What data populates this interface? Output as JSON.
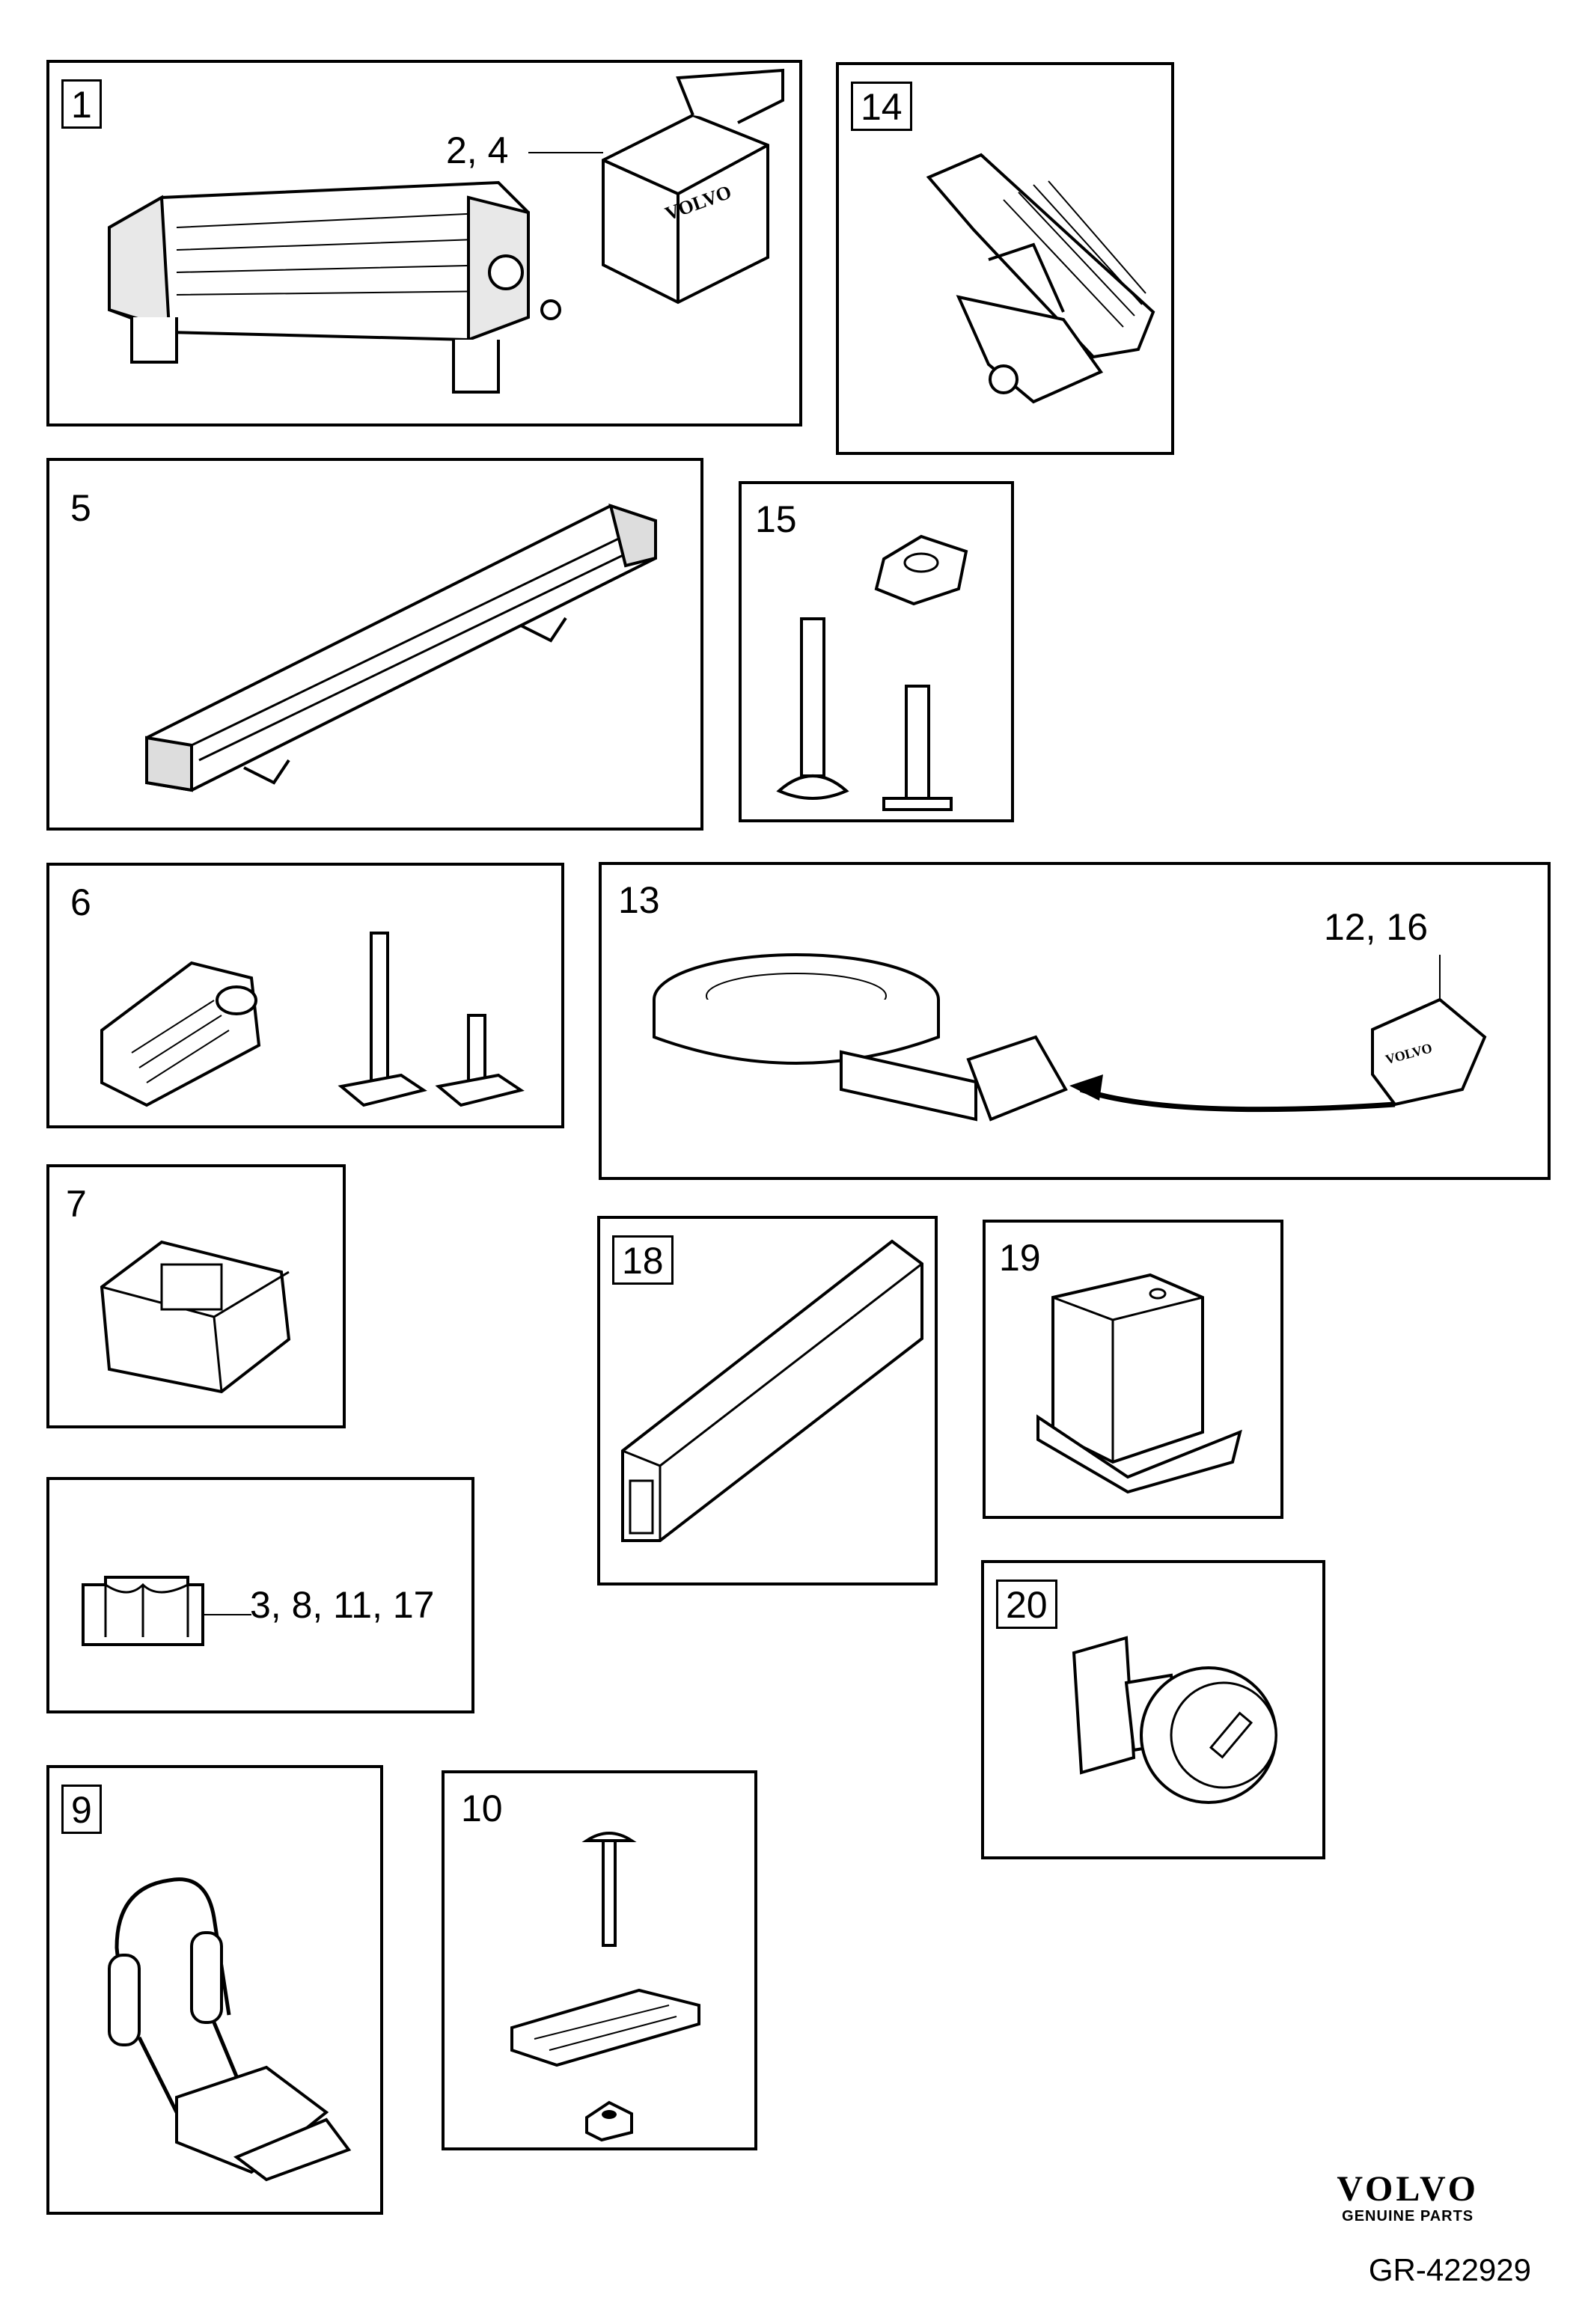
{
  "panels": {
    "p1": {
      "number": "1",
      "callout": "2,  4"
    },
    "p14": {
      "number": "14"
    },
    "p5": {
      "number": "5"
    },
    "p15": {
      "number": "15"
    },
    "p6": {
      "number": "6"
    },
    "p13": {
      "number": "13",
      "callout": "12, 16"
    },
    "p7": {
      "number": "7"
    },
    "p18": {
      "number": "18"
    },
    "p19": {
      "number": "19"
    },
    "p3": {
      "callout": "3, 8, 11, 17"
    },
    "p20": {
      "number": "20"
    },
    "p9": {
      "number": "9"
    },
    "p10": {
      "number": "10"
    }
  },
  "box_print": "VOLVO",
  "strap_tag_print": "VOLVO",
  "brand": {
    "logo": "VOLVO",
    "tagline": "GENUINE PARTS"
  },
  "drawing_code": "GR-422929"
}
